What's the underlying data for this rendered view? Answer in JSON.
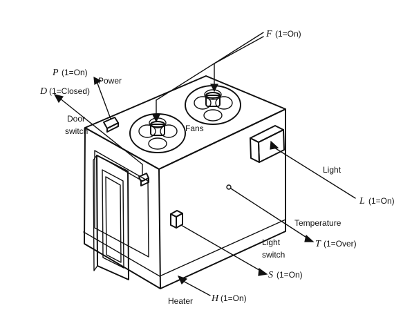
{
  "signals": {
    "power": {
      "var": "P",
      "state": "(1=On)"
    },
    "door": {
      "var": "D",
      "state": "(1=Closed)"
    },
    "fan": {
      "var": "F",
      "state": "(1=On)"
    },
    "light": {
      "var": "L",
      "state": "(1=On)"
    },
    "temperature": {
      "var": "T",
      "state": "(1=Over)"
    },
    "light_switch": {
      "var": "S",
      "state": "(1=On)"
    },
    "heater": {
      "var": "H",
      "state": "(1=On)"
    }
  },
  "labels": {
    "power": "Power",
    "door_switch_1": "Door",
    "door_switch_2": "switch",
    "fans": "Fans",
    "light": "Light",
    "temperature": "Temperature",
    "light_switch_1": "Light",
    "light_switch_2": "switch",
    "heater": "Heater"
  }
}
